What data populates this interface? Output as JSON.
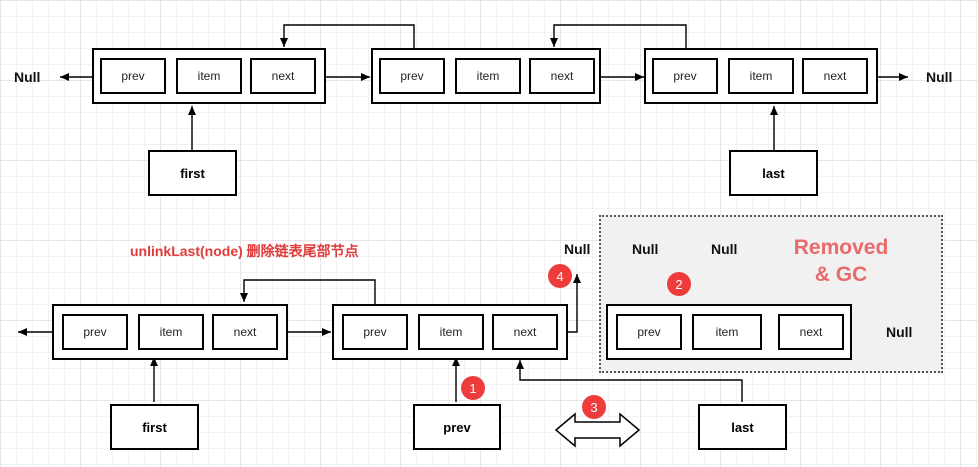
{
  "null_text": "Null",
  "field_labels": {
    "prev": "prev",
    "item": "item",
    "next": "next"
  },
  "pointers": {
    "first": "first",
    "last": "last",
    "prev": "prev"
  },
  "caption": "unlinkLast(node) 删除链表尾部节点",
  "removed_label": {
    "line1": "Removed",
    "line2": "& GC"
  },
  "steps": [
    "1",
    "2",
    "3",
    "4"
  ],
  "colors": {
    "caption": "#e03b3b",
    "removed": "#e86a6a",
    "badge": "#ee3b3b",
    "removed_bg": "#f1f1f1"
  }
}
